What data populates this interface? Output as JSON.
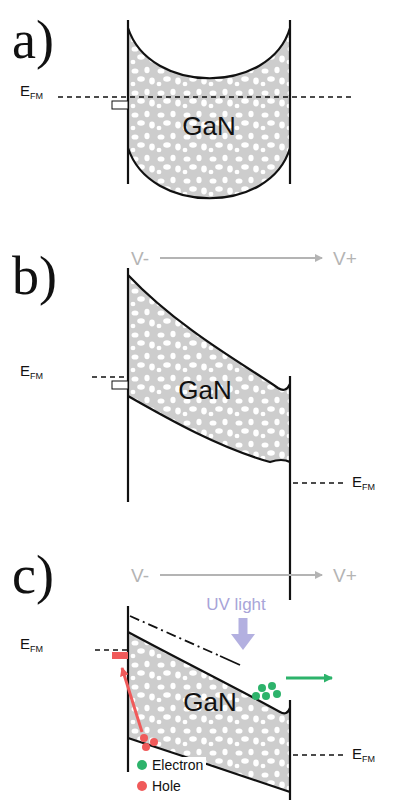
{
  "diagram": {
    "nodes": [
      {
        "text": [
          "GaN"
        ]
      },
      {
        "text": [
          "GaN"
        ]
      },
      {
        "text": [
          "GaN"
        ]
      }
    ],
    "labels": [
      "a)",
      "EFM",
      "b)",
      "V-",
      "V+",
      "EFM",
      "EFM",
      "c)",
      "V-",
      "V+",
      "UV light",
      "EFM",
      "EFM"
    ],
    "legend": [
      {
        "text": "Electron",
        "color": "#2db36b"
      },
      {
        "text": "Hole",
        "color": "#f05a5a"
      }
    ]
  }
}
